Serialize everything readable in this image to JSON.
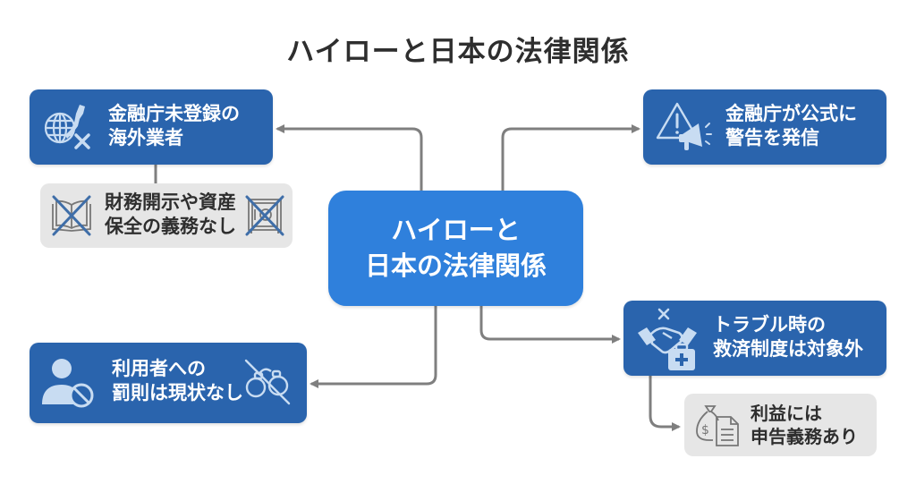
{
  "title": "ハイローと日本の法律関係",
  "colors": {
    "center_node": "#2f80dc",
    "primary_node": "#2a64ad",
    "secondary_node": "#e6e6e6",
    "connector": "#7f7f7f",
    "icon_light": "#c8dcf2",
    "cross_mark": "#3f6ea8"
  },
  "center": {
    "line1": "ハイローと",
    "line2": "日本の法律関係"
  },
  "nodes": {
    "unregistered": {
      "line1": "金融庁未登録の",
      "line2": "海外業者",
      "icon": "globe-japan-cross-icon"
    },
    "no_disclosure": {
      "line1": "財務開示や資産",
      "line2": "保全の義務なし",
      "icon_left": "crossed-book-icon",
      "icon_right": "crossed-safe-icon"
    },
    "fsa_warning": {
      "line1": "金融庁が公式に",
      "line2": "警告を発信",
      "icon": "warning-megaphone-icon"
    },
    "no_penalty": {
      "line1": "利用者への",
      "line2": "罰則は現状なし",
      "icon_left": "user-prohibited-icon",
      "icon_right": "crossed-handcuffs-icon"
    },
    "no_relief": {
      "line1": "トラブル時の",
      "line2": "救済制度は対象外",
      "icon": "handshake-medkit-icon"
    },
    "tax_duty": {
      "line1": "利益には",
      "line2": "申告義務あり",
      "icon": "money-bag-document-icon"
    }
  }
}
